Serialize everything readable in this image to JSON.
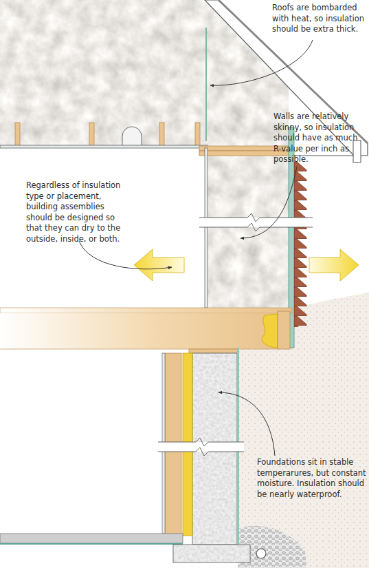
{
  "diagram": {
    "labels": [
      "Roofs are bombarded with heat, so insulation should be extra thick.",
      "Walls are relatively skinny, so insulation should have as much R-value per inch as possible.",
      "Regardless of insulation type or placement, building assemblies should be designed so that they can dry to the outside, inside, or both.",
      "Foundations sit in stable temperarures, but constant moisture. Insulation should be nearly waterproof."
    ]
  }
}
